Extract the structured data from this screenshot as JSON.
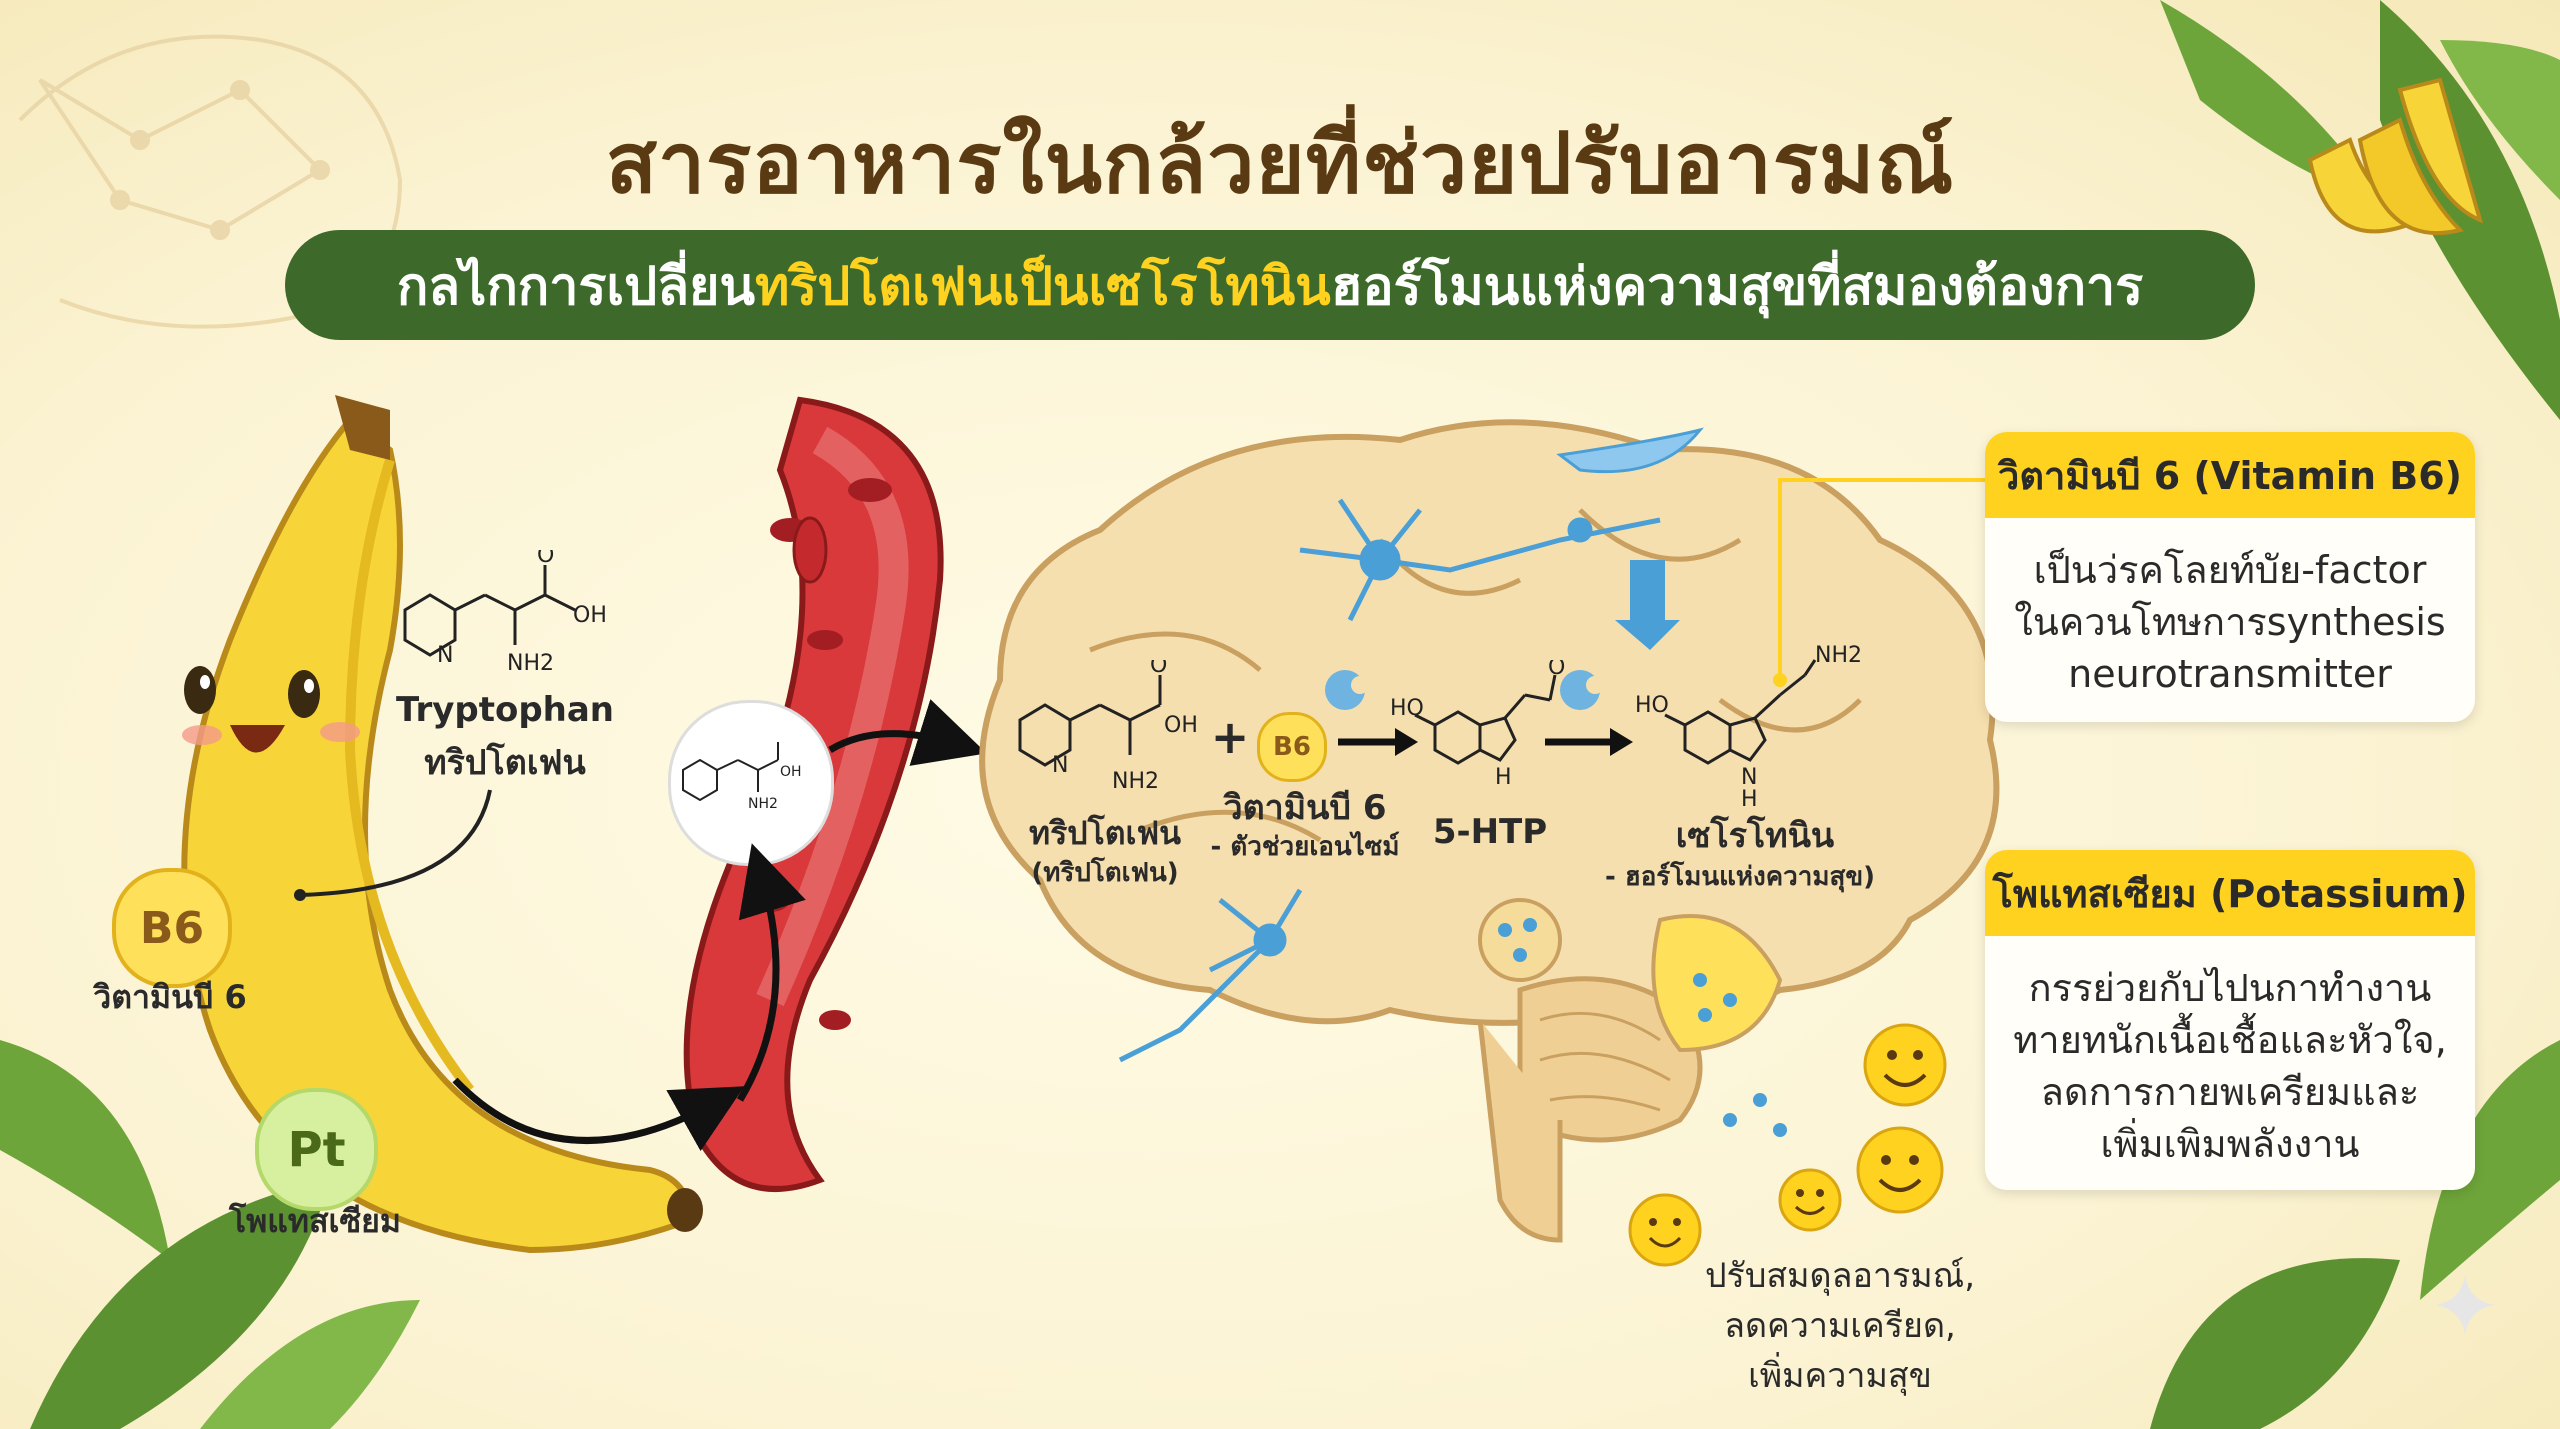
{
  "title": "สารอาหารในกล้วยที่ช่วยปรับอารมณ์",
  "subtitle": {
    "part1": "กลไกการเปลี่ยน",
    "highlight": "ทริปโตเฟนเป็นเซโรโทนิน",
    "part2": " ฮอร์โมนแห่งความสุขที่สมองต้องการ"
  },
  "banana": {
    "tryptophan_en": "Tryptophan",
    "tryptophan_th": "ทริปโตเฟน",
    "b6_badge": "B6",
    "b6_label": "วิตามินบี 6",
    "k_badge": "Pt",
    "k_label": "โพแทสเซียม"
  },
  "pathway": {
    "step1_name": "ทริปโตเฟน",
    "step1_sub": "(ทริปโตเฟน)",
    "plus": "+",
    "b6_badge": "B6",
    "step2_name": "วิตามินบี 6",
    "step2_sub": "- ตัวช่วยเอนไซม์",
    "step3_name": "5-HTP",
    "step4_name": "เซโรโทนิน",
    "step4_sub": "- ฮอร์โมนแห่งความสุข)",
    "chem_nh2": "NH2",
    "chem_oh": "OH",
    "chem_o": "O",
    "chem_ho": "HO",
    "chem_n": "N",
    "chem_h": "H"
  },
  "outcome": {
    "line1": "ปรับสมดุลอารมณ์,",
    "line2": "ลดความเครียด,",
    "line3": "เพิ่มความสุข"
  },
  "card_b6": {
    "title": "วิตามินบี 6 (Vitamin B6)",
    "line1": "เป็นว่รคโลยท์บัย-factor",
    "line2": "ในควนโทษการsynthesis",
    "line3": "neurotransmitter"
  },
  "card_k": {
    "title": "โพแทสเซียม (Potassium)",
    "line1": "กรรย่วยกับไปนกาทำงาน",
    "line2": "ทายทนักเนื้อเชื้อและหัวใจ,",
    "line3": "ลดการกายพเครียมและ",
    "line4": "เพิ่มเพิมพลังงาน"
  },
  "colors": {
    "title": "#5a3a12",
    "banner": "#3d6a2a",
    "highlight": "#ffd21f",
    "banana": "#f7d538",
    "vessel": "#d9393b",
    "brain": "#f6dfae",
    "neuron": "#4a9fd6",
    "leaf": "#6ea53a"
  }
}
